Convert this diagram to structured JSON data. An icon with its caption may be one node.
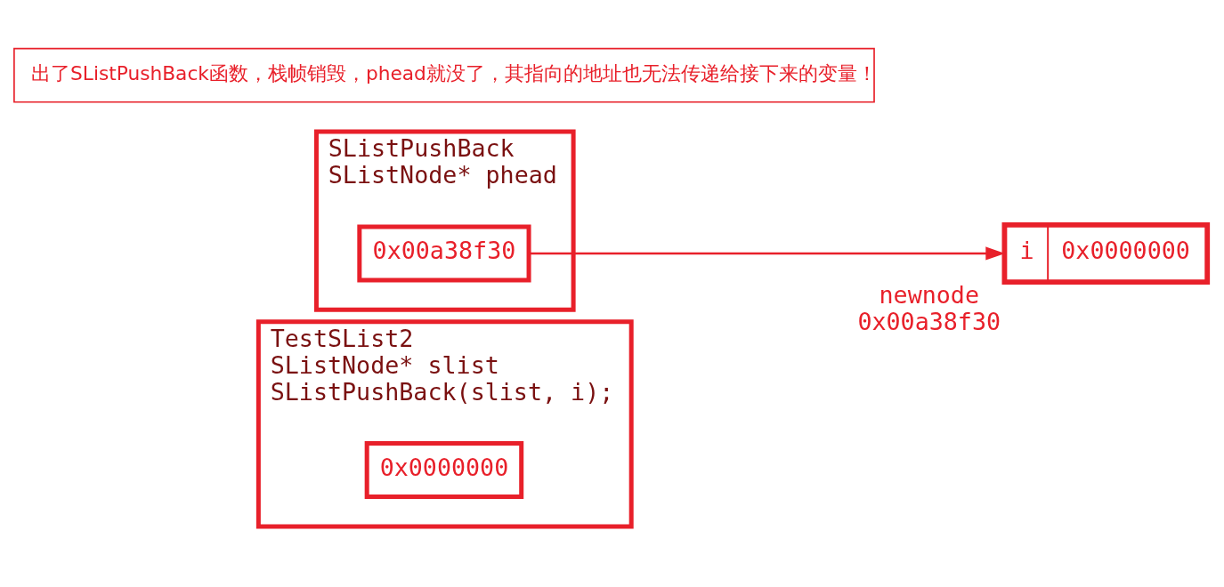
{
  "diagram": {
    "nodes": [
      {
        "text": [
          "TestSList2",
          "SListNode* slist",
          "SListPushBack(slist, i);"
        ]
      },
      {
        "text": [
          "0x0000000"
        ],
        "in": 0
      },
      {
        "text": [
          "SListPushBack",
          "SListNode* phead"
        ]
      },
      {
        "text": [
          "0x00a38f30"
        ],
        "in": 2
      },
      {
        "text": [
          "i",
          "0x0000000"
        ],
        "beside": [
          "newnode",
          "0x00a38f30"
        ]
      },
      {
        "text": [
          "出了SListPushBack函数，栈帧销毁，phead就没了，其指向的地址也无法传递给接下来的变量！"
        ]
      }
    ],
    "edges": [
      {
        "from": 3,
        "to": 4,
        "arrow": "to"
      }
    ]
  }
}
